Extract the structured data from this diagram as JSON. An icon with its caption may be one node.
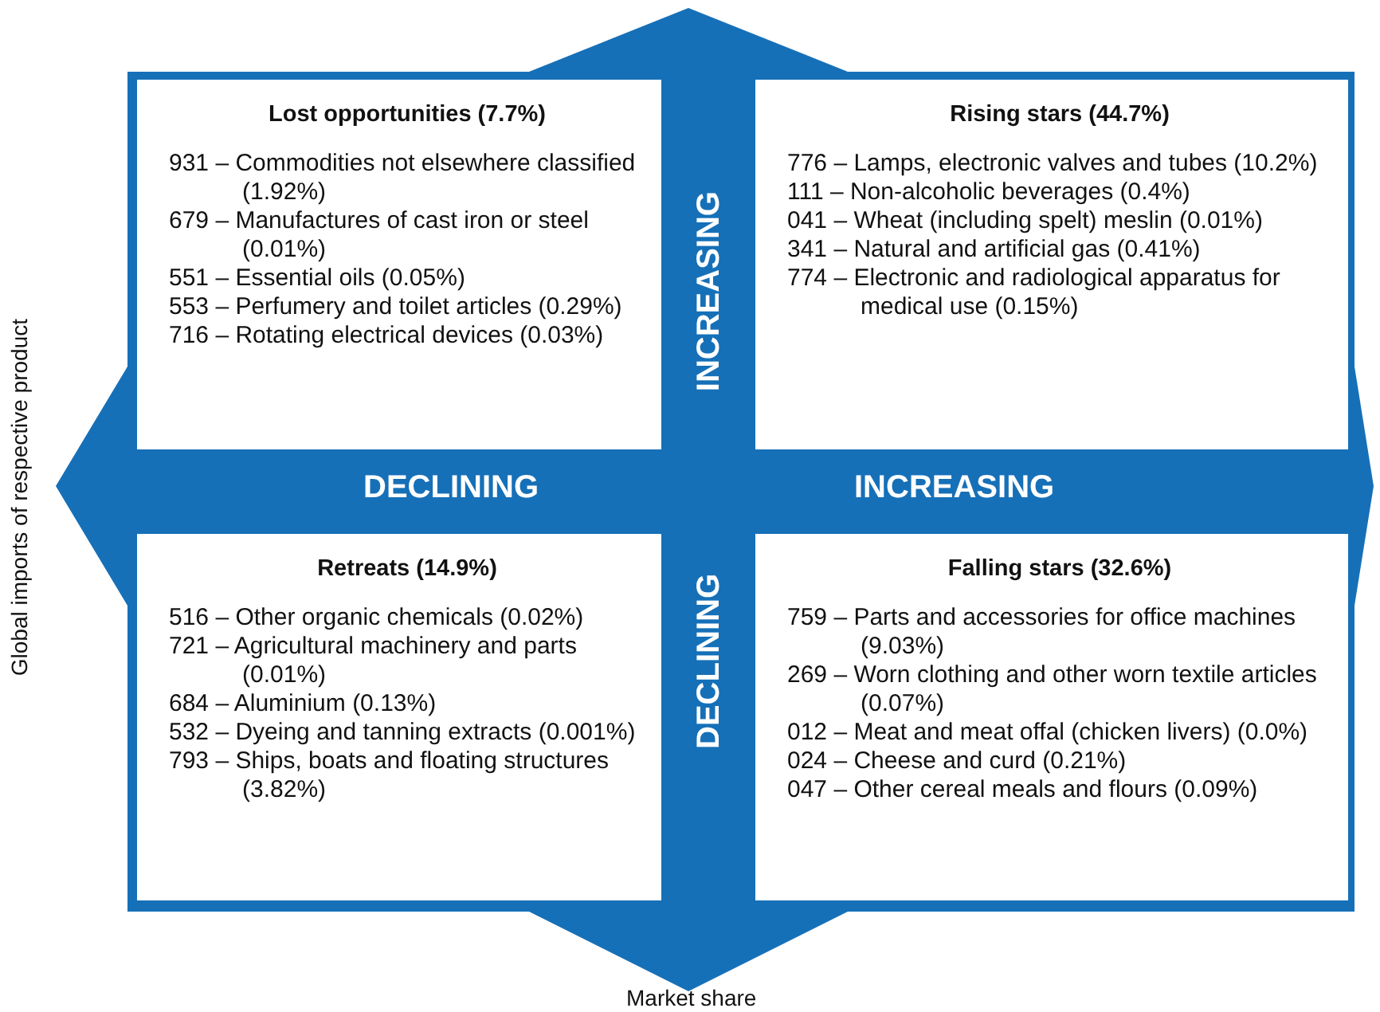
{
  "diagram": {
    "nodes": [
      {
        "text": [
          "Lost opportunities (7.7%)",
          "931 – Commodities not elsewhere classified (1.92%)",
          "679 – Manufactures of cast iron or steel (0.01%)",
          "551 – Essential oils (0.05%)",
          "553 – Perfumery and toilet articles (0.29%)",
          "716 – Rotating electrical devices (0.03%)"
        ]
      },
      {
        "text": [
          "Rising stars (44.7%)",
          "776 – Lamps, electronic valves and tubes (10.2%)",
          "111 – Non-alcoholic beverages (0.4%)",
          "041 – Wheat (including spelt) meslin (0.01%)",
          "341 – Natural and artificial gas (0.41%)",
          "774 – Electronic and radiological apparatus for medical use (0.15%)"
        ]
      },
      {
        "text": [
          "Retreats (14.9%)",
          "516 – Other organic chemicals (0.02%)",
          "721 – Agricultural machinery and parts (0.01%)",
          "684 – Aluminium (0.13%)",
          "532 – Dyeing and tanning extracts (0.001%)",
          "793 – Ships, boats and floating structures (3.82%)"
        ]
      },
      {
        "text": [
          "Falling stars (32.6%)",
          "759 – Parts and accessories for office machines (9.03%)",
          "269 – Worn clothing and other worn textile articles (0.07%)",
          "012 – Meat and meat offal (chicken livers) (0.0%)",
          "024 – Cheese and curd (0.21%)",
          "047 – Other cereal meals and flours (0.09%)"
        ]
      }
    ],
    "labels": [
      "INCREASING",
      "Global imports of respective product",
      "DECLINING",
      "INCREASING",
      "DECLINING",
      "Market share"
    ]
  }
}
